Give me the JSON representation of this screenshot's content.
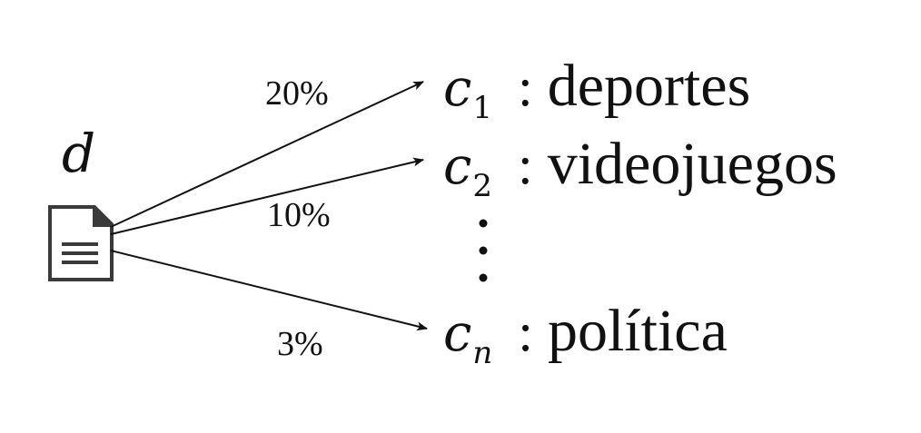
{
  "document": {
    "symbol": "d",
    "icon": "document-icon"
  },
  "links": [
    {
      "percent": "20%",
      "target": "c1"
    },
    {
      "percent": "10%",
      "target": "c2"
    },
    {
      "percent": "3%",
      "target": "cn"
    }
  ],
  "categories": [
    {
      "var": "c",
      "sub": "1",
      "colon": ":",
      "name": "deportes"
    },
    {
      "var": "c",
      "sub": "2",
      "colon": ":",
      "name": "videojuegos"
    },
    {
      "var": "c",
      "sub": "n",
      "colon": ":",
      "name": "política"
    }
  ],
  "colors": {
    "ink": "#111111",
    "icon_fill": "#ffffff",
    "icon_stroke": "#3a3a3a"
  }
}
